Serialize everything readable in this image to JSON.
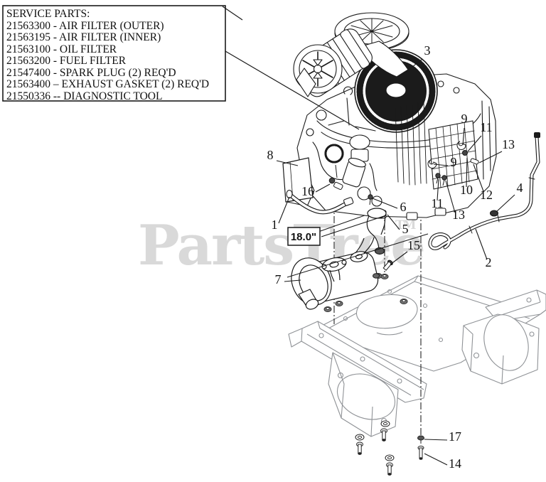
{
  "watermark": {
    "text": "PartsTree",
    "tm": "TM",
    "color": "#d9d9d9"
  },
  "service_parts": {
    "title": "SERVICE PARTS:",
    "items": [
      "21563300 - AIR FILTER (OUTER)",
      "21563195 - AIR FILTER (INNER)",
      "21563100 - OIL FILTER",
      "21563200 - FUEL FILTER",
      "21547400 - SPARK PLUG (2) REQ'D",
      "21563400 – EXHAUST GASKET (2) REQ'D",
      "21550336 -- DIAGNOSTIC TOOL"
    ]
  },
  "dimension_label": "18.0\"",
  "callouts": [
    {
      "n": "3"
    },
    {
      "n": "9"
    },
    {
      "n": "11"
    },
    {
      "n": "13"
    },
    {
      "n": "8"
    },
    {
      "n": "9"
    },
    {
      "n": "10"
    },
    {
      "n": "12"
    },
    {
      "n": "4"
    },
    {
      "n": "16"
    },
    {
      "n": "11"
    },
    {
      "n": "13"
    },
    {
      "n": "6"
    },
    {
      "n": "1"
    },
    {
      "n": "5"
    },
    {
      "n": "15"
    },
    {
      "n": "2"
    },
    {
      "n": "7"
    },
    {
      "n": "17"
    },
    {
      "n": "14"
    }
  ],
  "colors": {
    "line": "#1a1a1a",
    "frame_line": "#8f9296",
    "watermark": "#d9d9d9"
  }
}
